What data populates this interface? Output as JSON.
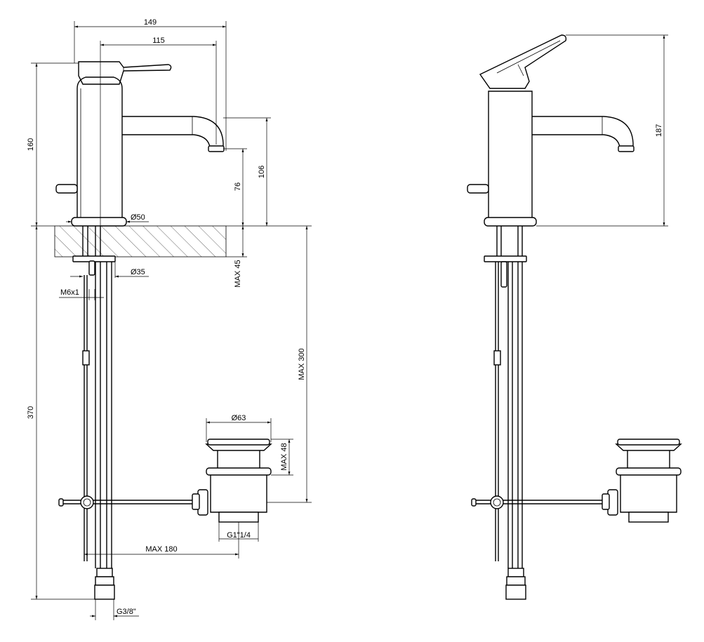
{
  "dimensions": {
    "width_149": "149",
    "reach_115": "115",
    "height_160": "160",
    "height_106": "106",
    "height_76": "76",
    "base_dia": "Ø50",
    "hole_dia": "Ø35",
    "thread": "M6x1",
    "max_45": "MAX 45",
    "max_300": "MAX 300",
    "total_370": "370",
    "waste_dia": "Ø63",
    "max_48": "MAX 48",
    "waste_thread": "G1\"1/4",
    "max_180": "MAX 180",
    "supply_thread": "G3/8\"",
    "height_187": "187"
  }
}
